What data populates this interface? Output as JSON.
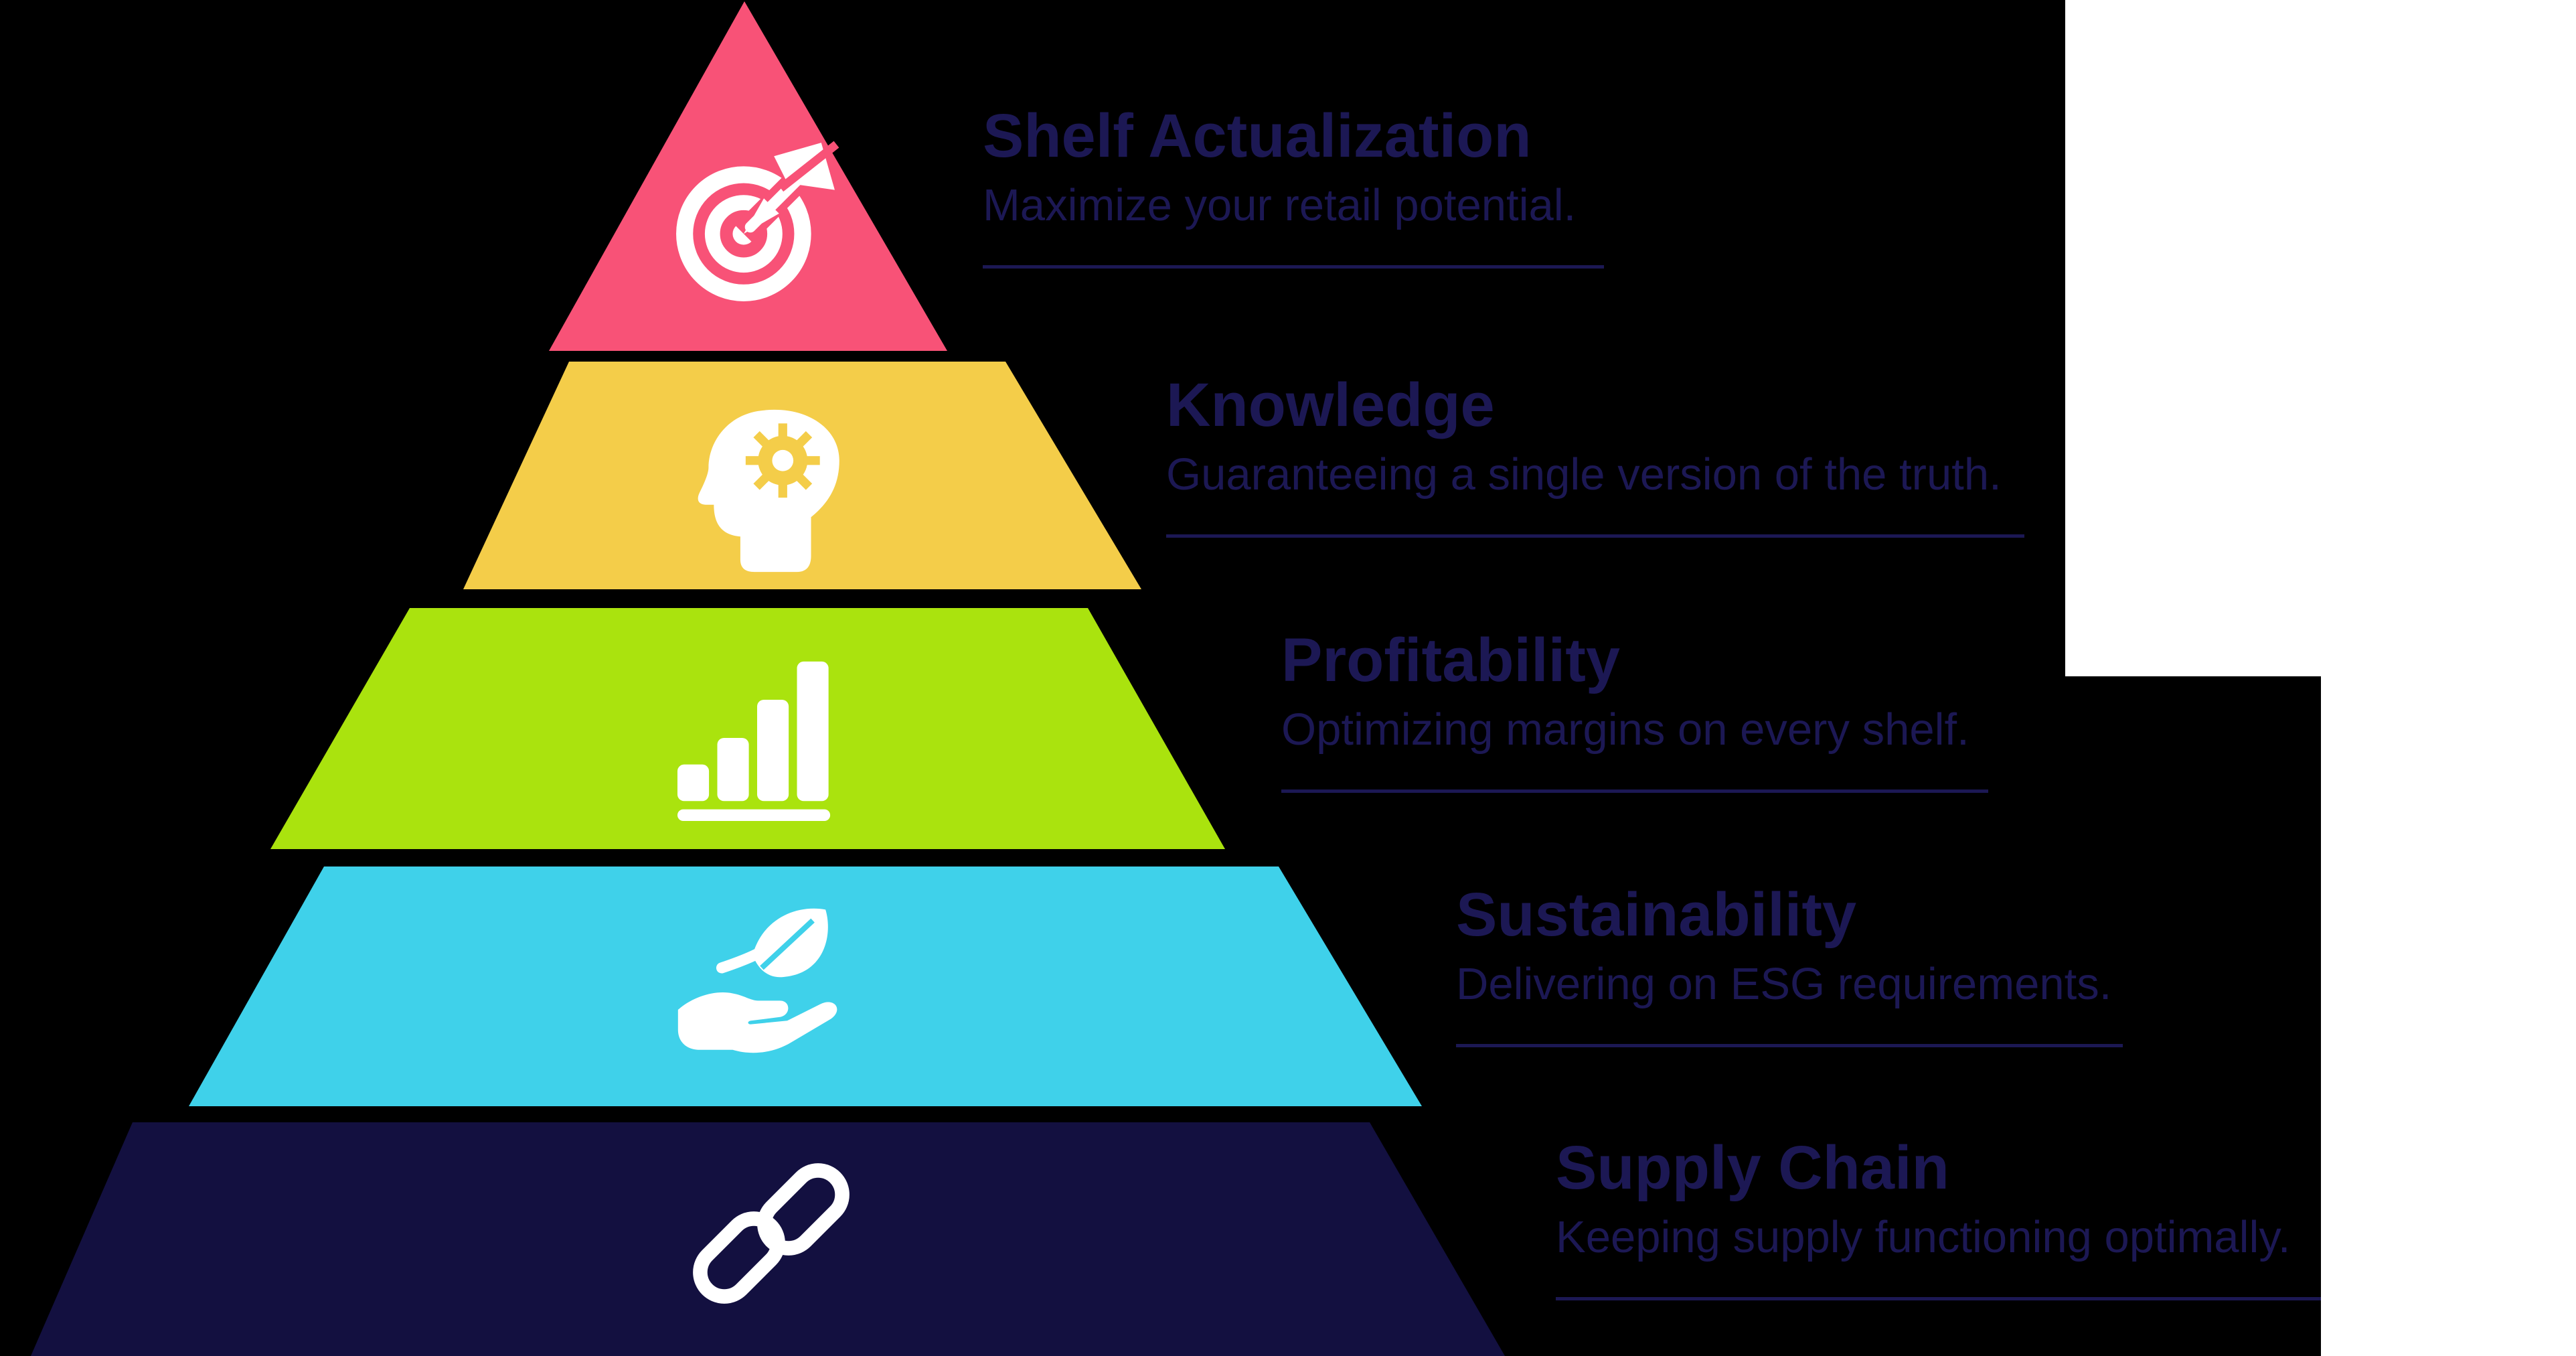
{
  "diagram": {
    "type": "pyramid-infographic",
    "background_color": "#000000",
    "text_color": "#1c1854",
    "cutout_color": "#ffffff",
    "levels": [
      {
        "rank": 1,
        "title": "Shelf Actualization",
        "subtitle": "Maximize your retail potential.",
        "color_hex": "#f85277",
        "icon": "target-dart-icon"
      },
      {
        "rank": 2,
        "title": "Knowledge",
        "subtitle": "Guaranteeing a single version of the truth.",
        "color_hex": "#f4cd49",
        "icon": "head-gear-icon"
      },
      {
        "rank": 3,
        "title": "Profitability",
        "subtitle": "Optimizing margins on every shelf.",
        "color_hex": "#aae30e",
        "icon": "bar-chart-icon"
      },
      {
        "rank": 4,
        "title": "Sustainability",
        "subtitle": "Delivering on ESG requirements.",
        "color_hex": "#3fd1ea",
        "icon": "hand-leaf-icon"
      },
      {
        "rank": 5,
        "title": "Supply Chain",
        "subtitle": "Keeping supply functioning optimally.",
        "color_hex": "#131040",
        "icon": "chain-link-icon"
      }
    ]
  }
}
